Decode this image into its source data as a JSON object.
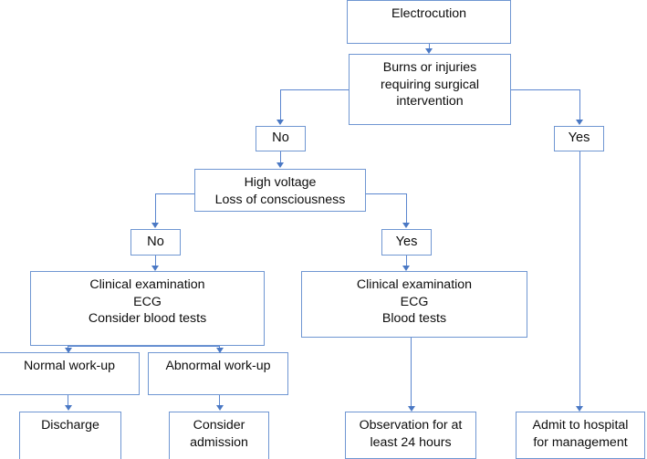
{
  "diagram": {
    "title": "Electrocution management flowchart",
    "accent_color": "#6f96d2",
    "line_color": "#5b86cf",
    "arrow_color": "#4a78c4",
    "background_color": "#ffffff",
    "text_color": "#0d0d0d"
  },
  "nodes": {
    "electrocution": "Electrocution",
    "burns_or_injuries": "Burns or injuries\nrequiring surgical\nintervention",
    "burns_no": "No",
    "burns_yes": "Yes",
    "high_voltage": "High voltage\nLoss of consciousness",
    "high_voltage_no": "No",
    "high_voltage_yes": "Yes",
    "workup_left": "Clinical examination\nECG\nConsider blood tests",
    "workup_right": "Clinical examination\nECG\nBlood tests",
    "normal_workup": "Normal work-up",
    "abnormal_workup": "Abnormal work-up",
    "discharge": "Discharge",
    "consider_admission": "Consider\nadmission",
    "observation": "Observation for at\nleast 24 hours",
    "admit_hospital": "Admit to hospital\nfor management"
  },
  "edges": [
    {
      "from": "electrocution",
      "to": "burns_or_injuries",
      "label": ""
    },
    {
      "from": "burns_or_injuries",
      "to": "burns_no",
      "label": "No"
    },
    {
      "from": "burns_or_injuries",
      "to": "burns_yes",
      "label": "Yes"
    },
    {
      "from": "burns_no",
      "to": "high_voltage",
      "label": ""
    },
    {
      "from": "high_voltage",
      "to": "high_voltage_no",
      "label": "No"
    },
    {
      "from": "high_voltage",
      "to": "high_voltage_yes",
      "label": "Yes"
    },
    {
      "from": "high_voltage_no",
      "to": "workup_left",
      "label": ""
    },
    {
      "from": "high_voltage_yes",
      "to": "workup_right",
      "label": ""
    },
    {
      "from": "workup_left",
      "to": "normal_workup",
      "label": ""
    },
    {
      "from": "workup_left",
      "to": "abnormal_workup",
      "label": ""
    },
    {
      "from": "normal_workup",
      "to": "discharge",
      "label": ""
    },
    {
      "from": "abnormal_workup",
      "to": "consider_admission",
      "label": ""
    },
    {
      "from": "workup_right",
      "to": "observation",
      "label": ""
    },
    {
      "from": "burns_yes",
      "to": "admit_hospital",
      "label": ""
    }
  ]
}
